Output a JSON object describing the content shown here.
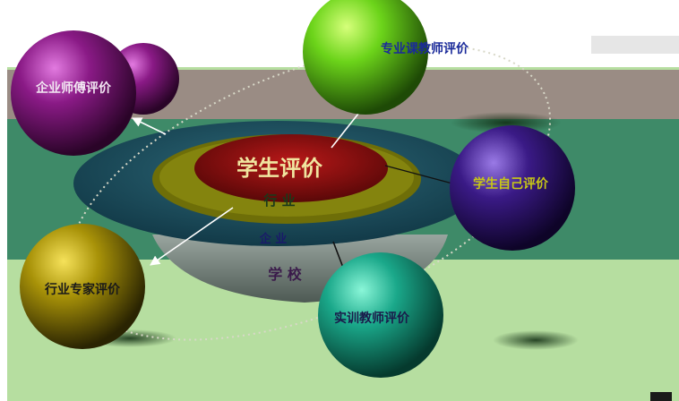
{
  "center": {
    "title": "学生评价",
    "ring1": "行 业",
    "ring2": "企 业",
    "ring3": "学 校"
  },
  "spheres": [
    {
      "id": "professional-teacher",
      "label": "专业课教师评价",
      "color": "#6cd41a"
    },
    {
      "id": "enterprise-mentor",
      "label": "企业师傅评价",
      "color": "#8a1a86"
    },
    {
      "id": "self",
      "label": "学生自己评价",
      "color": "#3a1a86"
    },
    {
      "id": "industry-expert",
      "label": "行业专家评价",
      "color": "#a89208"
    },
    {
      "id": "training-teacher",
      "label": "实训教师评价",
      "color": "#1aa88a"
    }
  ],
  "colors": {
    "green_band": "#3e8a68",
    "light_band": "#b6dea0",
    "brown_band": "#9a8c84",
    "center_red": "#8a1010",
    "ring_yellow": "#6e6e08",
    "bowl_teal": "#1e4e5e"
  }
}
